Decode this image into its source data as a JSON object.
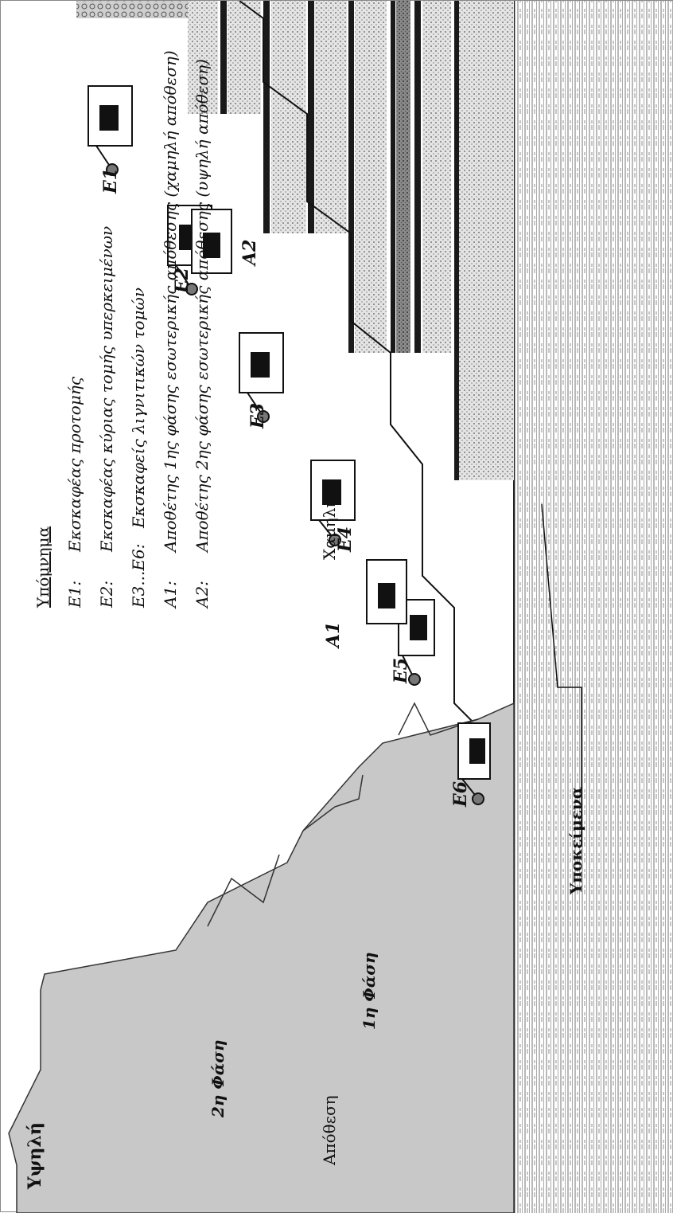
{
  "legend": {
    "title": "Υπόμνημα",
    "items": [
      {
        "key": "E1:",
        "text": "Εκσκαφέας προτομής"
      },
      {
        "key": "E2:",
        "text": "Εκσκαφέας κύριας τομής υπερκειμένων"
      },
      {
        "key": "E3...E6:",
        "text": "Εκσκαφείς λιγνιτικών τομών"
      },
      {
        "key": "A1:",
        "text": "Αποθέτης 1ης φάσης εσωτερικής απόθεσης (χαμηλή απόθεση)"
      },
      {
        "key": "A2:",
        "text": "Αποθέτης 2ης φάσης εσωτερικής απόθεσης (υψηλή απόθεση)"
      }
    ]
  },
  "excavators": [
    "E1",
    "E2",
    "E3",
    "E4",
    "E5",
    "E6"
  ],
  "dumpers": [
    "A1",
    "A2"
  ],
  "labels": {
    "high": "Υψηλή",
    "low": "Χαμηλή",
    "phase2": "2η Φάση",
    "phase1": "1η Φάση",
    "deposit": "Απόθεση",
    "underlying": "Υποκείμενα"
  },
  "colors": {
    "deposit_fill": "#c8c8c8",
    "ink": "#111111",
    "lignite_dark": "#1a1a1a",
    "stipple": "#9a9a9a"
  }
}
